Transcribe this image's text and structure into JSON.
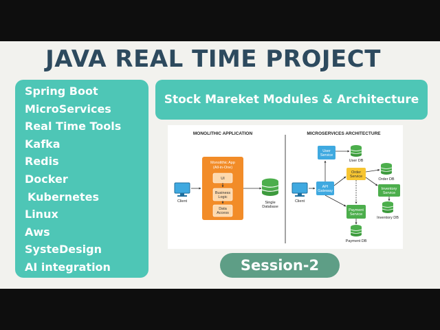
{
  "title": "JAVA REAL TIME PROJECT",
  "topics": [
    "Spring Boot",
    "MicroServices",
    "Real Time Tools",
    "Kafka",
    "Redis",
    "Docker",
    "Kubernetes",
    "Linux",
    "Aws",
    "SysteDesign",
    "AI integration"
  ],
  "heading": "Stock Mareket Modules & Architecture",
  "session": "Session-2",
  "diagram": {
    "monolith_title": "MONOLITHIC APPLICATION",
    "micro_title": "MICROSERVICES ARCHITECTURE",
    "client": "Client",
    "mono_app_line1": "Monolithic App",
    "mono_app_line2": "(All-in-One)",
    "ui": "UI",
    "business_line1": "Business",
    "business_line2": "Logic",
    "data_line1": "Data",
    "data_line2": "Access",
    "single_db_line1": "Single",
    "single_db_line2": "Database",
    "gateway_line1": "API",
    "gateway_line2": "Gateway",
    "user_service_line1": "User",
    "user_service_line2": "Service",
    "user_db": "User DB",
    "order_service_line1": "Order",
    "order_service_line2": "Service",
    "order_db": "Order DB",
    "inventory_service_line1": "Inventory",
    "inventory_service_line2": "Service",
    "inventory_db": "Inventory DB",
    "payment_service_line1": "Payment",
    "payment_service_line2": "Service",
    "payment_db": "Payment DB"
  },
  "colors": {
    "title": "#2d4a5e",
    "panel": "#4ec6b6",
    "session": "#5e9e86",
    "orange": "#f28c28",
    "green": "#4cae4c",
    "blue": "#3fa9e0",
    "yellow": "#f7c531"
  }
}
